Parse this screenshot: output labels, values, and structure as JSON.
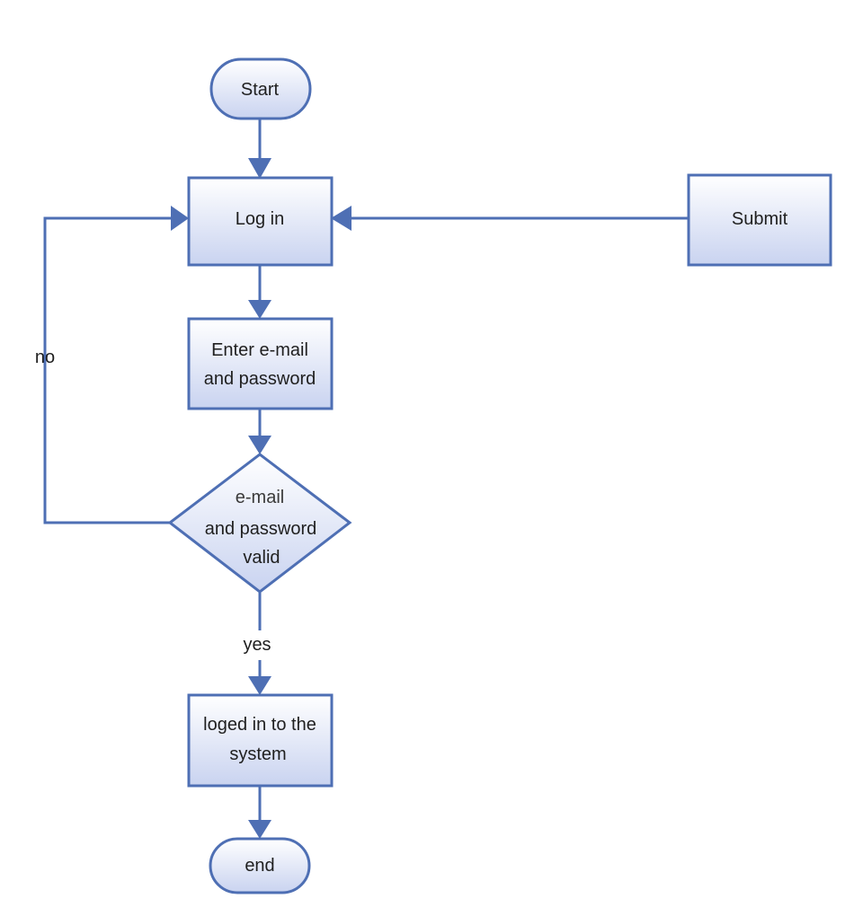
{
  "diagram": {
    "type": "flowchart",
    "colors": {
      "stroke": "#4e6fb4",
      "fill_top": "#ffffff",
      "fill_bottom": "#c9d3f0",
      "text": "#1f1f1f"
    },
    "nodes": {
      "start": {
        "shape": "terminator",
        "lines": [
          "Start"
        ]
      },
      "login": {
        "shape": "process",
        "lines": [
          "Log in"
        ]
      },
      "submit": {
        "shape": "process",
        "lines": [
          "Submit"
        ]
      },
      "enter": {
        "shape": "process",
        "lines": [
          "Enter e-mail",
          "and password"
        ]
      },
      "valid": {
        "shape": "decision",
        "lines": [
          "e-mail",
          "and password",
          "valid"
        ]
      },
      "logged": {
        "shape": "process",
        "lines": [
          "loged in to the",
          "system"
        ]
      },
      "end": {
        "shape": "terminator",
        "lines": [
          "end"
        ]
      }
    },
    "edges": [
      {
        "from": "start",
        "to": "login"
      },
      {
        "from": "submit",
        "to": "login"
      },
      {
        "from": "login",
        "to": "enter"
      },
      {
        "from": "enter",
        "to": "valid"
      },
      {
        "from": "valid",
        "to": "login",
        "label": "no"
      },
      {
        "from": "valid",
        "to": "logged",
        "label": "yes"
      },
      {
        "from": "logged",
        "to": "end"
      }
    ]
  }
}
